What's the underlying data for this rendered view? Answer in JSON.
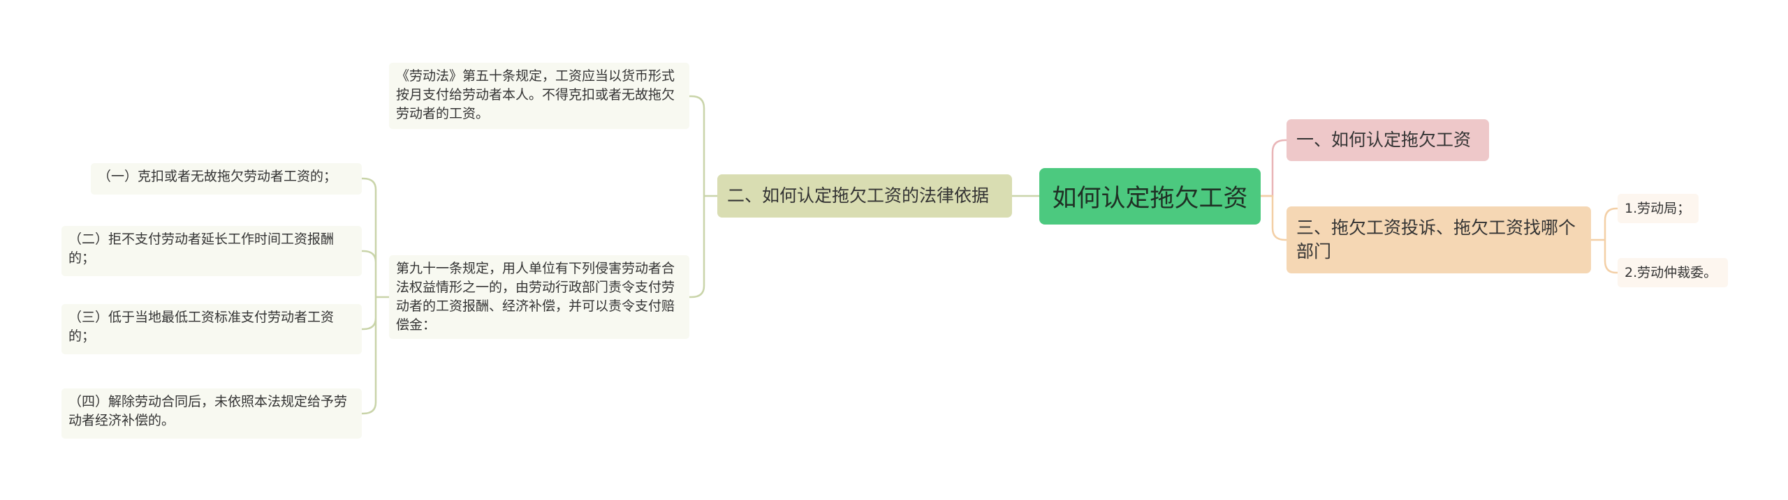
{
  "root": {
    "label": "如何认定拖欠工资"
  },
  "branches": {
    "left": {
      "label": "二、如何认定拖欠工资的法律依据",
      "children": [
        {
          "text": "《劳动法》第五十条规定，工资应当以货币形式按月支付给劳动者本人。不得克扣或者无故拖欠劳动者的工资。"
        },
        {
          "text": "第九十一条规定，用人单位有下列侵害劳动者合法权益情形之一的，由劳动行政部门责令支付劳动者的工资报酬、经济补偿，并可以责令支付赔偿金：",
          "children": [
            {
              "text": "（一）克扣或者无故拖欠劳动者工资的；"
            },
            {
              "text": "（二）拒不支付劳动者延长工作时间工资报酬的；"
            },
            {
              "text": "（三）低于当地最低工资标准支付劳动者工资的；"
            },
            {
              "text": "（四）解除劳动合同后，未依照本法规定给予劳动者经济补偿的。"
            }
          ]
        }
      ]
    },
    "right_a": {
      "label": "一、如何认定拖欠工资"
    },
    "right_b": {
      "label": "三、拖欠工资投诉、拖欠工资找哪个部门",
      "children": [
        {
          "text": "1.劳动局；"
        },
        {
          "text": "2.劳动仲裁委。"
        }
      ]
    }
  },
  "colors": {
    "root": "#4cc97f",
    "left_branch": "#d9ddb2",
    "right_a": "#eec8c9",
    "right_b": "#f5d7b4",
    "connector_left": "#c9d4a9",
    "connector_right_a": "#e9b5b7",
    "connector_right_b": "#f3cfa6"
  }
}
